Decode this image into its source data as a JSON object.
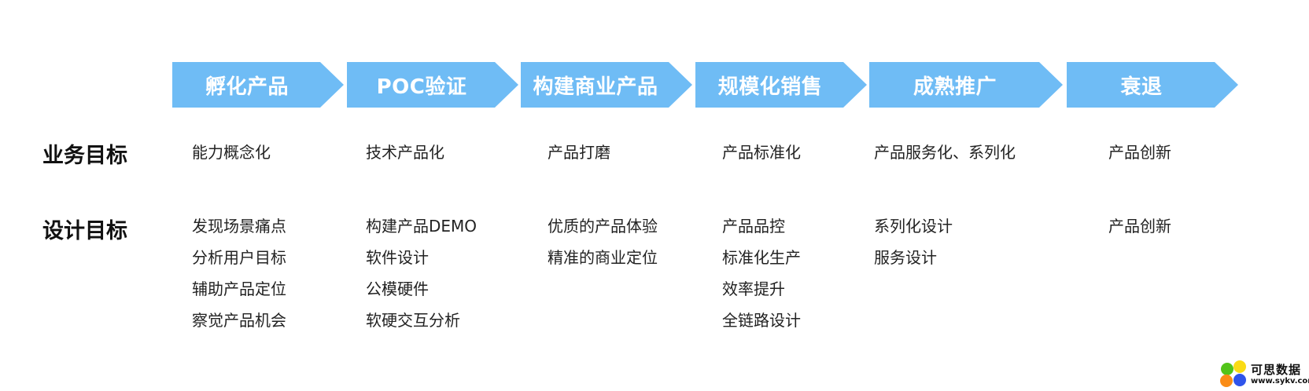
{
  "colors": {
    "stage_fill": "#6fbcf5",
    "text": "#222222",
    "logo_green": "#52c41a",
    "logo_yellow": "#fadb14",
    "logo_orange": "#fa8c16",
    "logo_blue": "#2f54eb"
  },
  "stages": [
    "孵化产品",
    "POC验证",
    "构建商业产品",
    "规模化销售",
    "成熟推广",
    "衰退"
  ],
  "rows": [
    {
      "label": "业务目标",
      "cells": [
        [
          "能力概念化"
        ],
        [
          "技术产品化"
        ],
        [
          "产品打磨"
        ],
        [
          "产品标准化"
        ],
        [
          "产品服务化、系列化"
        ],
        [
          "产品创新"
        ]
      ]
    },
    {
      "label": "设计目标",
      "cells": [
        [
          "发现场景痛点",
          "分析用户目标",
          "辅助产品定位",
          "察觉产品机会"
        ],
        [
          "构建产品DEMO",
          "软件设计",
          "公模硬件",
          "软硬交互分析"
        ],
        [
          "优质的产品体验",
          "精准的商业定位"
        ],
        [
          "产品品控",
          "标准化生产",
          "效率提升",
          "全链路设计"
        ],
        [
          "系列化设计",
          "服务设计"
        ],
        [
          "产品创新"
        ]
      ]
    }
  ],
  "logo": {
    "title": "可思数据",
    "url": "www.sykv.com",
    "icon": "four-color-dots-logo-icon"
  }
}
